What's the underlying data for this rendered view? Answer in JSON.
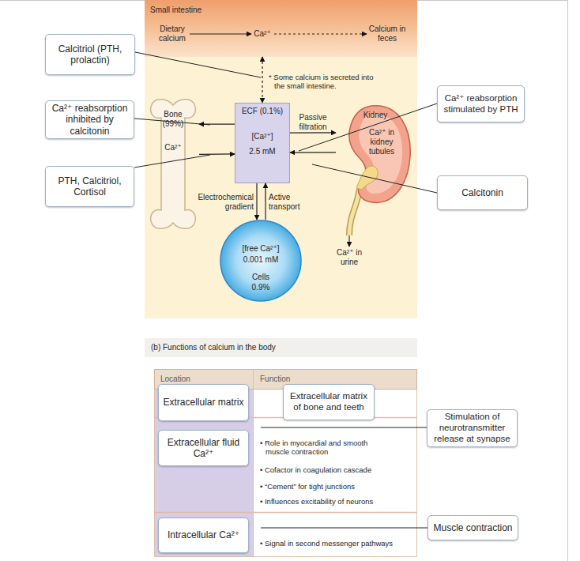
{
  "diagram": {
    "nodes": [
      {
        "text": [
          "Small intestine",
          "Dietary calcium",
          "Ca²⁺",
          "Calcium in feces"
        ]
      },
      {
        "text": [
          "Calcitriol (PTH, prolactin)"
        ]
      },
      {
        "text": [
          "Ca²⁺ reabsorption inhibited by calcitonin"
        ]
      },
      {
        "text": [
          "Bone (99%)",
          "Ca²⁺"
        ]
      },
      {
        "text": [
          "ECF (0.1%)",
          "[Ca²⁺]",
          "2.5 mM"
        ]
      },
      {
        "text": [
          "Kidney",
          "Ca²⁺ in kidney tubules"
        ]
      },
      {
        "text": [
          "Ca²⁺ reabsorption stimulated by PTH"
        ]
      },
      {
        "text": [
          "PTH, Calcitriol, Cortisol"
        ]
      },
      {
        "text": [
          "Calcitonin"
        ]
      },
      {
        "text": [
          "[free Ca²⁺]",
          "0.001 mM",
          "Cells",
          "0.9%"
        ]
      },
      {
        "text": [
          "Extracellular matrix"
        ]
      },
      {
        "text": [
          "Extracellular matrix of bone and teeth"
        ]
      },
      {
        "text": [
          "Stimulation of neurotransmitter release at synapse"
        ]
      },
      {
        "text": [
          "Extracellular fluid Ca²⁺"
        ]
      },
      {
        "text": [
          "Intracellular Ca²⁺"
        ]
      },
      {
        "text": [
          "Muscle contraction"
        ]
      }
    ],
    "edges": [
      {
        "from": 0,
        "to": 4,
        "arrow": "both"
      },
      {
        "from": 4,
        "to": 3,
        "arrow": "to"
      },
      {
        "from": 3,
        "to": 4,
        "arrow": "to"
      },
      {
        "from": 4,
        "to": 5,
        "label": "Passive filtration",
        "arrow": "to"
      },
      {
        "from": 5,
        "to": 4,
        "arrow": "to"
      },
      {
        "from": 4,
        "to": 9,
        "label": "Electrochemical gradient",
        "arrow": "to"
      },
      {
        "from": 9,
        "to": 4,
        "label": "Active transport",
        "arrow": "to"
      }
    ],
    "labels": [
      "* Some calcium is secreted into the small intestine.",
      "Ca²⁺ in urine",
      "(b) Functions of calcium in the body",
      "Location",
      "Function",
      "• Role in myocardial and smooth muscle contraction",
      "• Cofactor in coagulation cascade",
      "• “Cement” for tight junctions",
      "• Influences excitability of neurons",
      "• Signal in second messenger pathways"
    ]
  }
}
